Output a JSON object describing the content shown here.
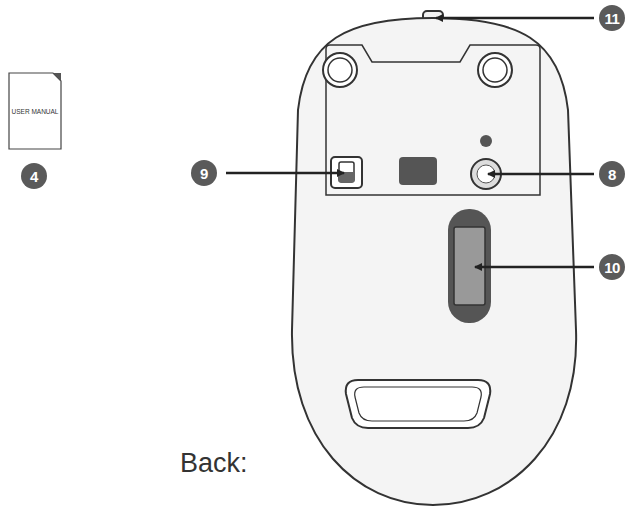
{
  "diagram": {
    "nodes": [
      {
        "text": [
          "USER MANUAL"
        ]
      }
    ],
    "labels": [
      "4",
      "9",
      "8",
      "10",
      "11",
      "Back:"
    ]
  }
}
